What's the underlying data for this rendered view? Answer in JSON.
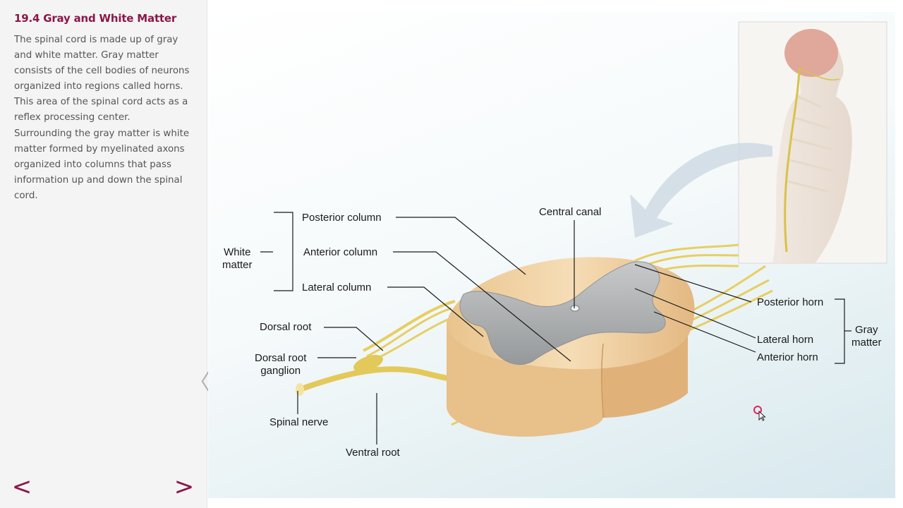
{
  "sidebar": {
    "section_title": "19.4 Gray and White Matter",
    "body_lines": [
      "The spinal cord is made up of gray",
      "and white matter. Gray matter",
      "consists of the cell bodies of neurons",
      "organized into regions called horns.",
      "This area of the spinal cord acts as a",
      "reflex processing center.",
      "Surrounding the gray matter is white",
      "matter formed by myelinated axons",
      "organized into columns that pass",
      "information up and down the spinal",
      "cord."
    ],
    "prev_label": "<",
    "next_label": ">",
    "collapse_label": "〈"
  },
  "figure": {
    "labels": {
      "white_matter_1": "White",
      "white_matter_2": "matter",
      "posterior_column": "Posterior column",
      "anterior_column": "Anterior column",
      "lateral_column": "Lateral column",
      "central_canal": "Central canal",
      "dorsal_root": "Dorsal root",
      "dorsal_root_ganglion_1": "Dorsal root",
      "dorsal_root_ganglion_2": "ganglion",
      "spinal_nerve": "Spinal nerve",
      "ventral_root": "Ventral root",
      "posterior_horn": "Posterior horn",
      "lateral_horn": "Lateral horn",
      "anterior_horn": "Anterior horn",
      "gray_matter_1": "Gray",
      "gray_matter_2": "matter"
    }
  },
  "colors": {
    "accent": "#8b1748",
    "white_matter": "#f1d6ae",
    "gray_matter": "#a6a9ab",
    "nerve": "#e6cf62"
  }
}
